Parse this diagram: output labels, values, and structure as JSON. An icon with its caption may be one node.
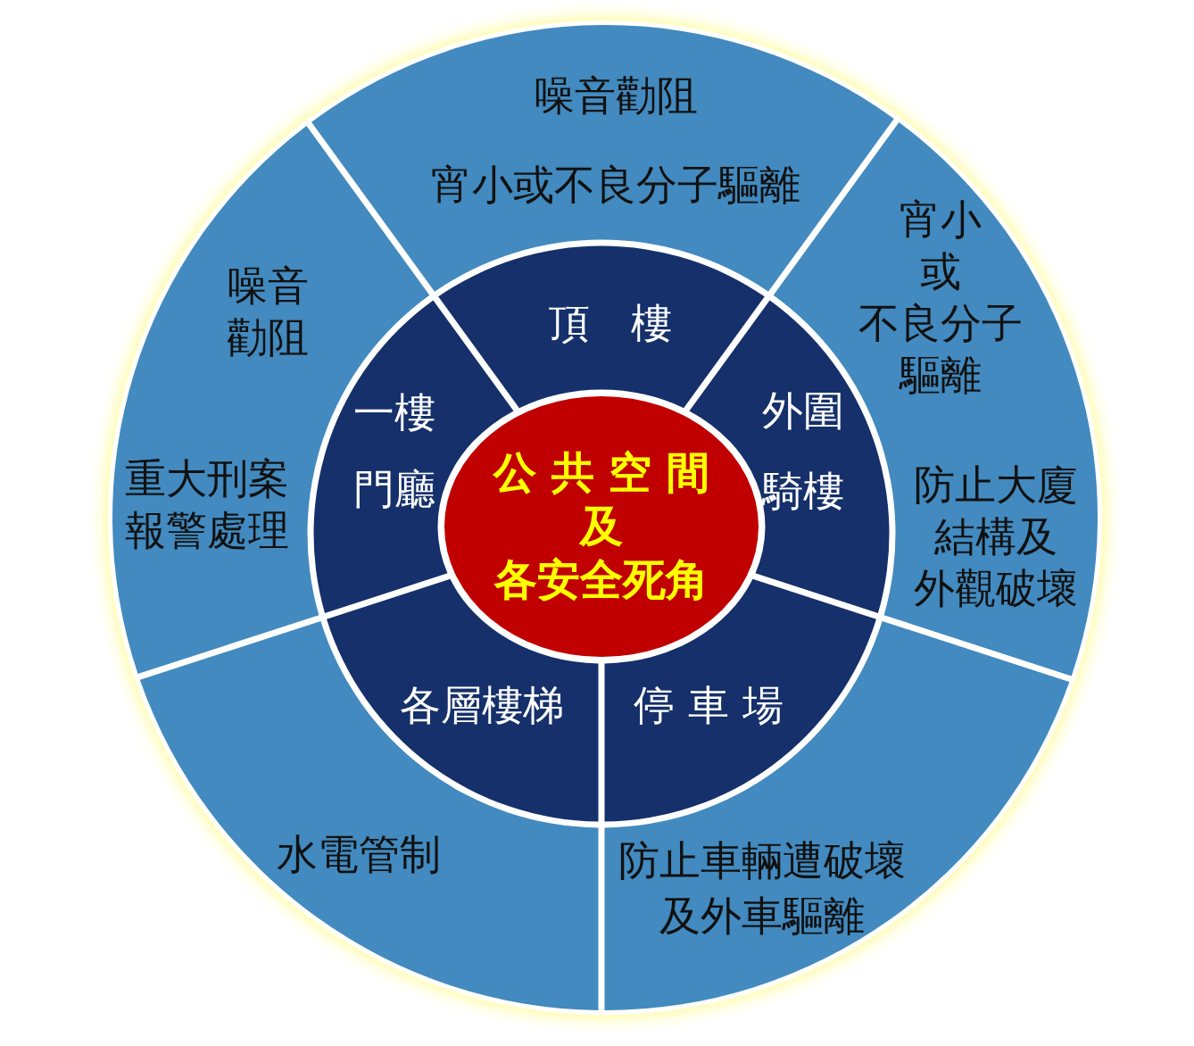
{
  "diagram": {
    "nodes": [
      {
        "text": [
          "公 共 空 間及各安全死角"
        ]
      },
      {
        "text": [
          "頂　樓"
        ]
      },
      {
        "text": [
          "外圍騎樓"
        ]
      },
      {
        "text": [
          "停 車 場"
        ]
      },
      {
        "text": [
          "各層樓梯"
        ]
      },
      {
        "text": [
          "一樓門廳"
        ]
      },
      {
        "text": [
          "噪音勸阻",
          "宵小或不良分子驅離"
        ]
      },
      {
        "text": [
          "宵小或不良分子驅離",
          "防止大廈結構及外觀破壞"
        ]
      },
      {
        "text": [
          "防止車輛遭破壞及外車驅離"
        ]
      },
      {
        "text": [
          "水電管制"
        ]
      },
      {
        "text": [
          "噪音勸阻",
          "重大刑案報警處理"
        ]
      }
    ]
  }
}
